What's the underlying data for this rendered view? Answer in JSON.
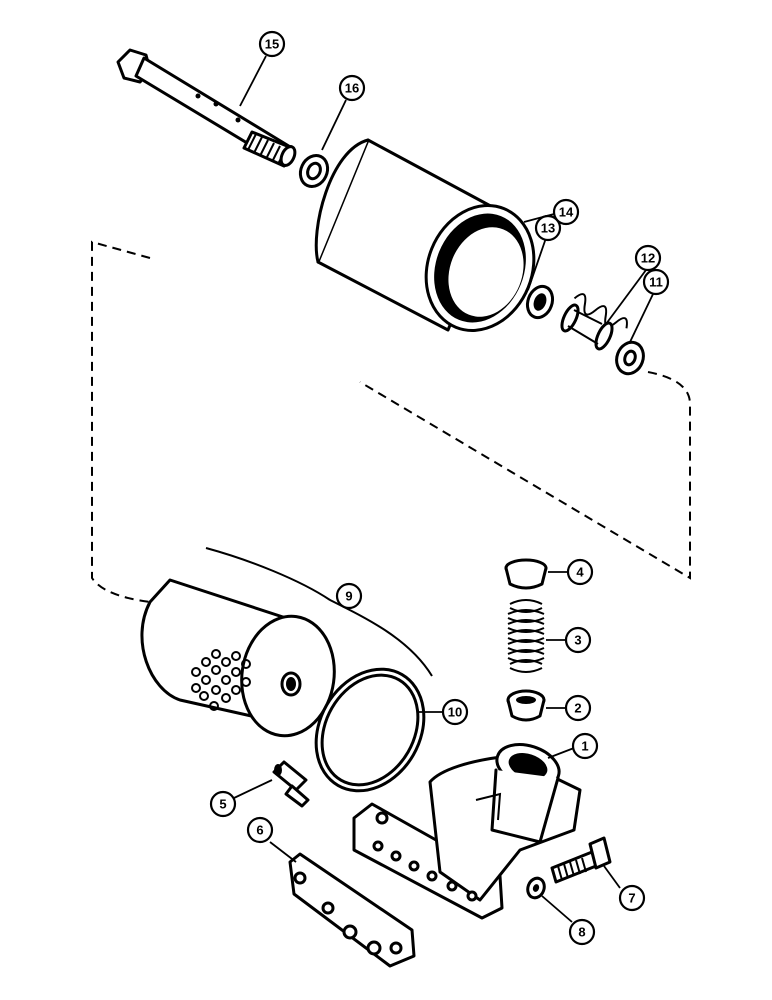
{
  "callouts": [
    {
      "key": "c1",
      "number": "1",
      "part": "filter-base"
    },
    {
      "key": "c2",
      "number": "2",
      "part": "valve-seat"
    },
    {
      "key": "c3",
      "number": "3",
      "part": "spring"
    },
    {
      "key": "c4",
      "number": "4",
      "part": "valve"
    },
    {
      "key": "c5",
      "number": "5",
      "part": "fitting"
    },
    {
      "key": "c6",
      "number": "6",
      "part": "gasket"
    },
    {
      "key": "c7",
      "number": "7",
      "part": "bolt"
    },
    {
      "key": "c8",
      "number": "8",
      "part": "washer"
    },
    {
      "key": "c9",
      "number": "9",
      "part": "filter-element"
    },
    {
      "key": "c10",
      "number": "10",
      "part": "o-ring"
    },
    {
      "key": "c11",
      "number": "11",
      "part": "washer"
    },
    {
      "key": "c12",
      "number": "12",
      "part": "spring"
    },
    {
      "key": "c13",
      "number": "13",
      "part": "retainer"
    },
    {
      "key": "c14",
      "number": "14",
      "part": "canister"
    },
    {
      "key": "c15",
      "number": "15",
      "part": "center-bolt"
    },
    {
      "key": "c16",
      "number": "16",
      "part": "seal-washer"
    }
  ]
}
